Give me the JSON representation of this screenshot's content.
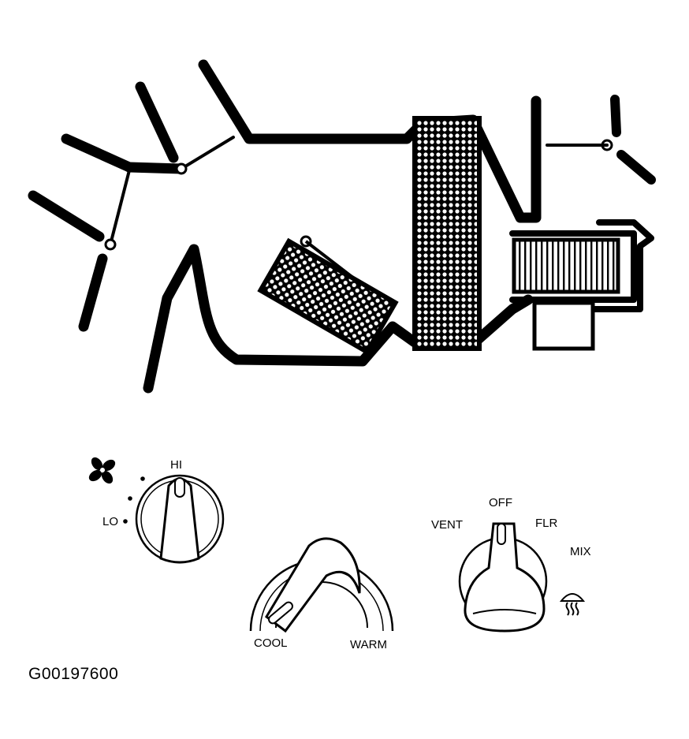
{
  "figure_id": "G00197600",
  "fan_control": {
    "icon": "fan-icon",
    "hi_label": "HI",
    "lo_label": "LO"
  },
  "temp_control": {
    "cool_label": "COOL",
    "warm_label": "WARM"
  },
  "mode_control": {
    "off_label": "OFF",
    "vent_label": "VENT",
    "flr_label": "FLR",
    "mix_label": "MIX",
    "defrost_icon": "defrost-icon"
  }
}
